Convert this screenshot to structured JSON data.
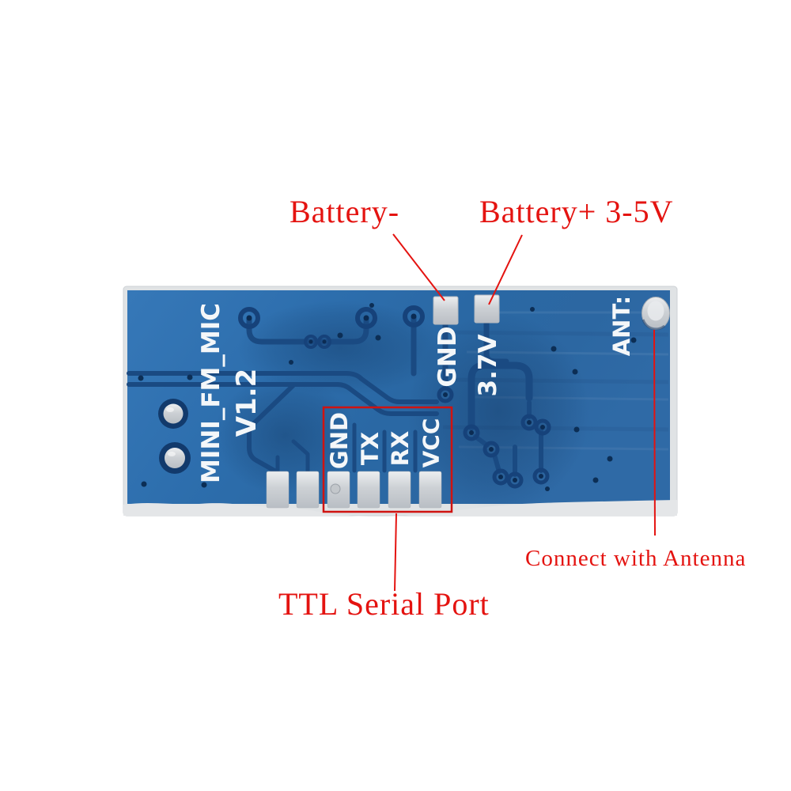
{
  "photo": {
    "description": "Blue mini FM microphone transmitter PCB module on white background with red callout annotations",
    "background_color": "#ffffff"
  },
  "annotations": {
    "battery_minus_label": "Battery-",
    "battery_plus_label": "Battery+ 3-5V",
    "antenna_label": "Connect with Antenna",
    "serial_port_label": "TTL Serial Port",
    "color": "#e41310"
  },
  "board": {
    "base_color": "#2c6cab",
    "trace_color": "#1a4a82",
    "pad_color": "#d6d9dd",
    "silkscreen_color": "#f4f7f9",
    "silkscreen": {
      "model": "MINI_FM_MIC",
      "version": "V1.2",
      "battery_neg_pad": "GND",
      "battery_pos_pad": "3.7V",
      "antenna": "ANT:",
      "pins": [
        "GND",
        "TX",
        "RX",
        "VCC"
      ]
    }
  }
}
